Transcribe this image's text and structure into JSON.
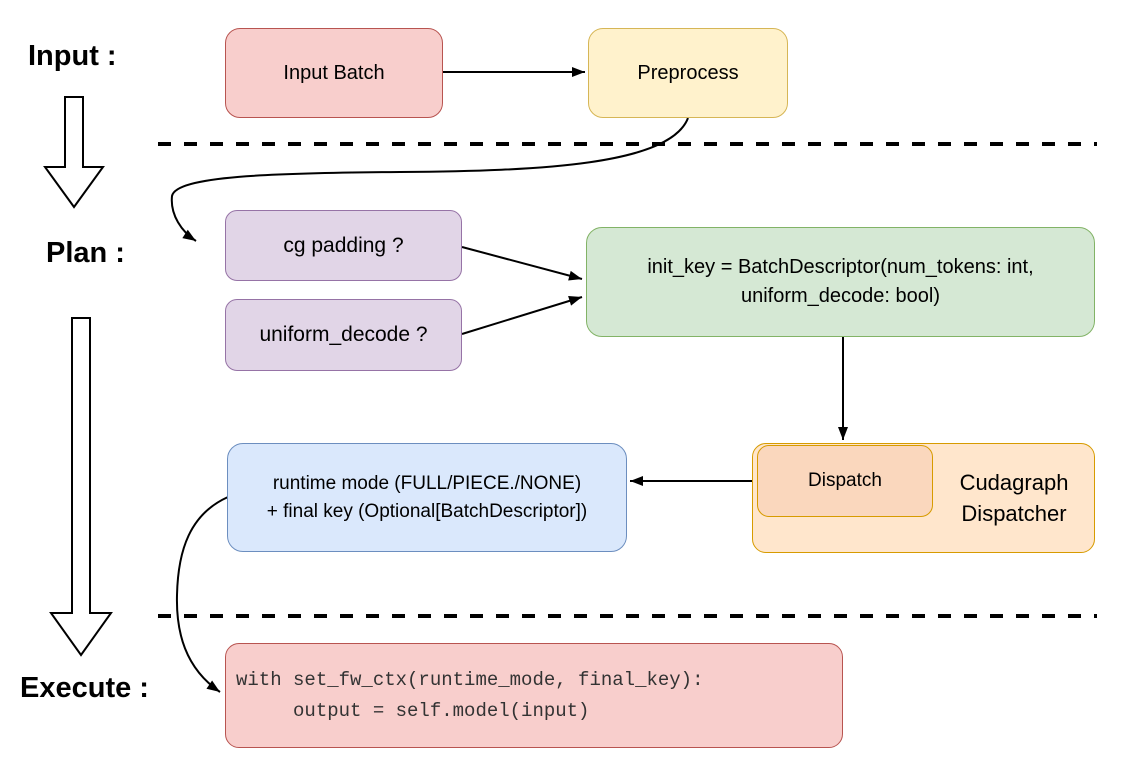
{
  "stages": {
    "input_label": "Input :",
    "plan_label": "Plan :",
    "execute_label": "Execute :"
  },
  "nodes": {
    "input_batch": {
      "label": "Input Batch",
      "fill": "#f8cecc",
      "border": "#b85450"
    },
    "preprocess": {
      "label": "Preprocess",
      "fill": "#fff2cc",
      "border": "#d6b656"
    },
    "cg_padding": {
      "label": "cg padding ?",
      "fill": "#e1d5e7",
      "border": "#9673a6"
    },
    "uniform_decode": {
      "label": "uniform_decode ?",
      "fill": "#e1d5e7",
      "border": "#9673a6"
    },
    "init_key": {
      "label": "init_key = BatchDescriptor(num_tokens: int,\nuniform_decode: bool)",
      "fill": "#d5e8d4",
      "border": "#82b366"
    },
    "runtime_mode": {
      "label": "runtime mode (FULL/PIECE./NONE)\n+ final key (Optional[BatchDescriptor])",
      "fill": "#dae8fc",
      "border": "#6c8ebf"
    },
    "dispatch": {
      "label": "Dispatch",
      "fill": "#fad7bd",
      "border": "#d79b00"
    },
    "cudagraph_dispatcher": {
      "label": "Cudagraph\nDispatcher",
      "fill": "#ffe6cc",
      "border": "#d79b00"
    },
    "execute_code": {
      "label": "with set_fw_ctx(runtime_mode, final_key):\n     output = self.model(input)",
      "fill": "#f8cecc",
      "border": "#b85450"
    }
  },
  "colors": {
    "connector": "#000000",
    "separator": "#000000"
  }
}
